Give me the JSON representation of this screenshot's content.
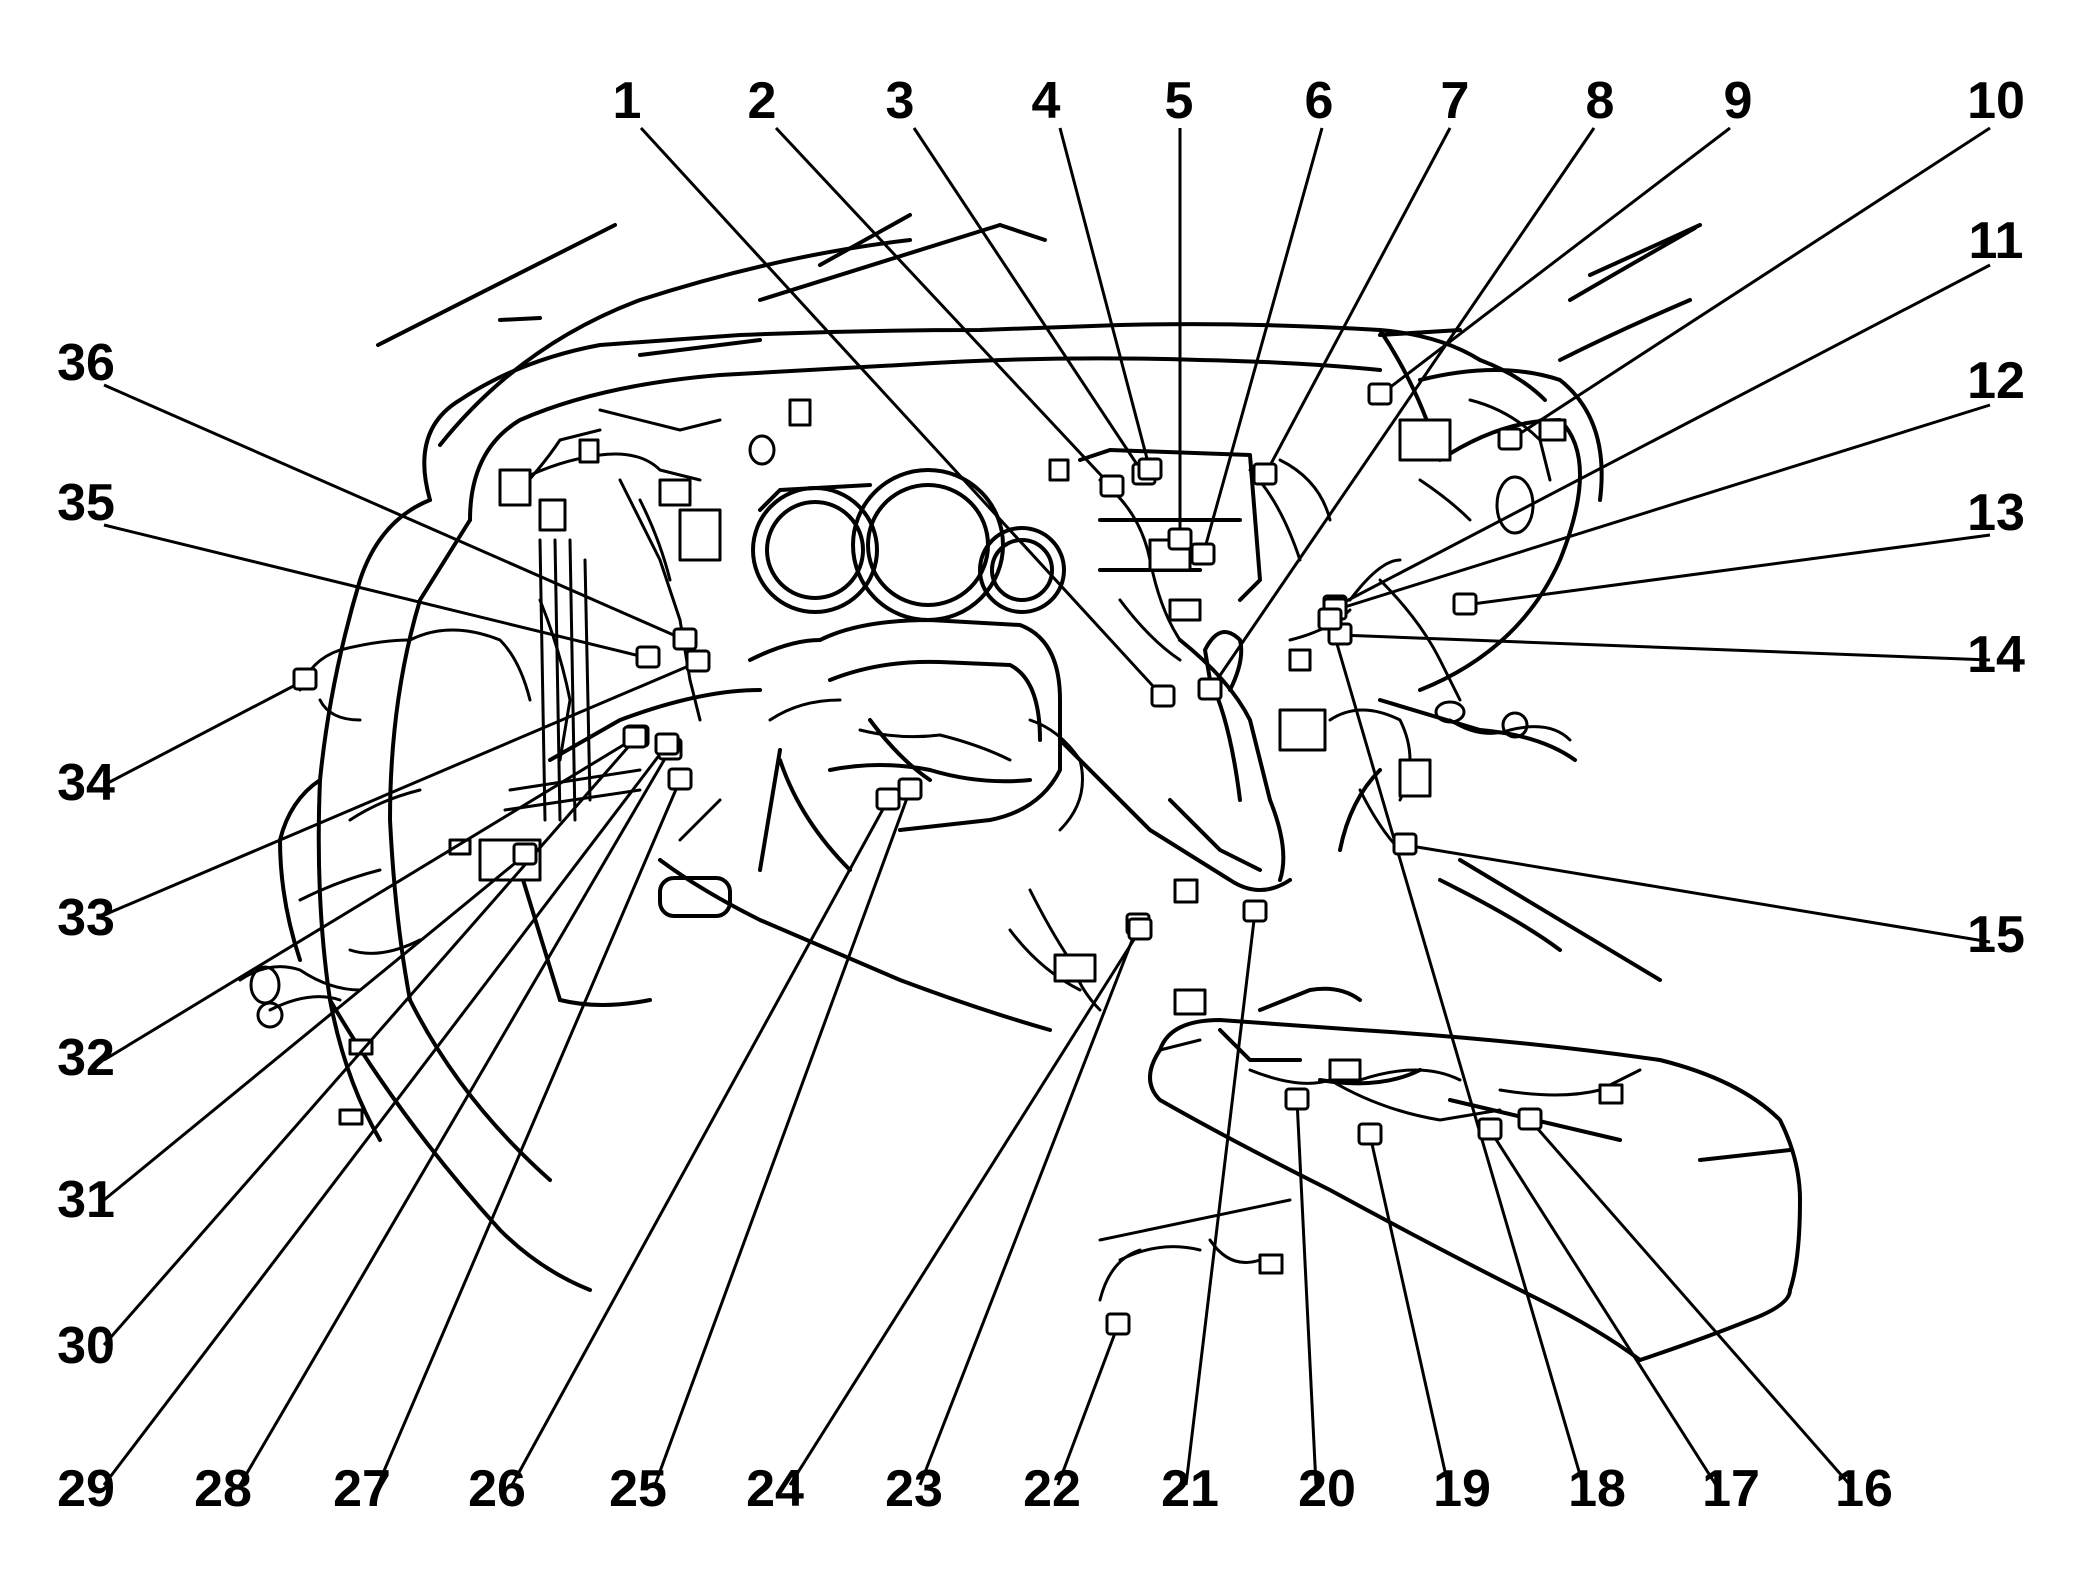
{
  "diagram": {
    "callouts": [
      {
        "id": "callout-1",
        "label": "1"
      },
      {
        "id": "callout-2",
        "label": "2"
      },
      {
        "id": "callout-3",
        "label": "3"
      },
      {
        "id": "callout-4",
        "label": "4"
      },
      {
        "id": "callout-5",
        "label": "5"
      },
      {
        "id": "callout-6",
        "label": "6"
      },
      {
        "id": "callout-7",
        "label": "7"
      },
      {
        "id": "callout-8",
        "label": "8"
      },
      {
        "id": "callout-9",
        "label": "9"
      },
      {
        "id": "callout-10",
        "label": "10"
      },
      {
        "id": "callout-11",
        "label": "11"
      },
      {
        "id": "callout-12",
        "label": "12"
      },
      {
        "id": "callout-13",
        "label": "13"
      },
      {
        "id": "callout-14",
        "label": "14"
      },
      {
        "id": "callout-15",
        "label": "15"
      },
      {
        "id": "callout-16",
        "label": "16"
      },
      {
        "id": "callout-17",
        "label": "17"
      },
      {
        "id": "callout-18",
        "label": "18"
      },
      {
        "id": "callout-19",
        "label": "19"
      },
      {
        "id": "callout-20",
        "label": "20"
      },
      {
        "id": "callout-21",
        "label": "21"
      },
      {
        "id": "callout-22",
        "label": "22"
      },
      {
        "id": "callout-23",
        "label": "23"
      },
      {
        "id": "callout-24",
        "label": "24"
      },
      {
        "id": "callout-25",
        "label": "25"
      },
      {
        "id": "callout-26",
        "label": "26"
      },
      {
        "id": "callout-27",
        "label": "27"
      },
      {
        "id": "callout-28",
        "label": "28"
      },
      {
        "id": "callout-29",
        "label": "29"
      },
      {
        "id": "callout-30",
        "label": "30"
      },
      {
        "id": "callout-31",
        "label": "31"
      },
      {
        "id": "callout-32",
        "label": "32"
      },
      {
        "id": "callout-33",
        "label": "33"
      },
      {
        "id": "callout-34",
        "label": "34"
      },
      {
        "id": "callout-35",
        "label": "35"
      },
      {
        "id": "callout-36",
        "label": "36"
      }
    ],
    "colors": {
      "ink": "#000000",
      "background": "#ffffff"
    }
  }
}
